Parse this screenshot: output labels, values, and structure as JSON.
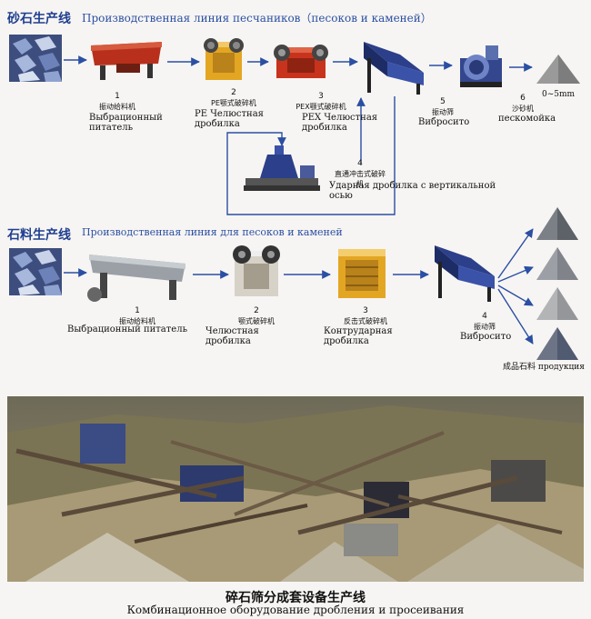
{
  "line1": {
    "title_cn": "砂石生产线",
    "title_ru": "Производственная линия песчаников（песоков и каменей）",
    "steps": [
      {
        "num": "1",
        "cn": "振动给料机",
        "ru": "Выбрационный питатель"
      },
      {
        "num": "2",
        "cn": "PE颚式破碎机",
        "ru": "PE Челюстная дробилка"
      },
      {
        "num": "3",
        "cn": "PEX颚式破碎机",
        "ru": "PEX Челюстная дробилка"
      },
      {
        "num": "5",
        "cn": "振动筛",
        "ru": "Вибросито"
      },
      {
        "num": "6",
        "cn": "沙砂机",
        "ru": "пескомойка"
      }
    ],
    "product": "0~5mm",
    "branch": {
      "num": "4",
      "cn": "直通冲击式破碎机",
      "ru": "Ударная дробилка с вертикальной осью"
    }
  },
  "line2": {
    "title_cn": "石料生产线",
    "title_ru": "Производственная линия для песоков и каменей",
    "steps": [
      {
        "num": "1",
        "cn": "振动给料机",
        "ru": "Выбрационный питатель"
      },
      {
        "num": "2",
        "cn": "颚式破碎机",
        "ru": "Челюстная дробилка"
      },
      {
        "num": "3",
        "cn": "反击式破碎机",
        "ru": "Контрударная дробилка"
      },
      {
        "num": "4",
        "cn": "振动筛",
        "ru": "Вибросито"
      }
    ],
    "products_label": "成品石料 продукция"
  },
  "caption": {
    "cn": "碎石筛分成套设备生产线",
    "ru": "Комбинационное оборудование дробления и просеивания"
  },
  "colors": {
    "arrow": "#2a4fa3",
    "heading": "#1f3f8f",
    "feeder": "#b8301c",
    "crusher": "#e3a623",
    "screen": "#2c3f8a"
  }
}
